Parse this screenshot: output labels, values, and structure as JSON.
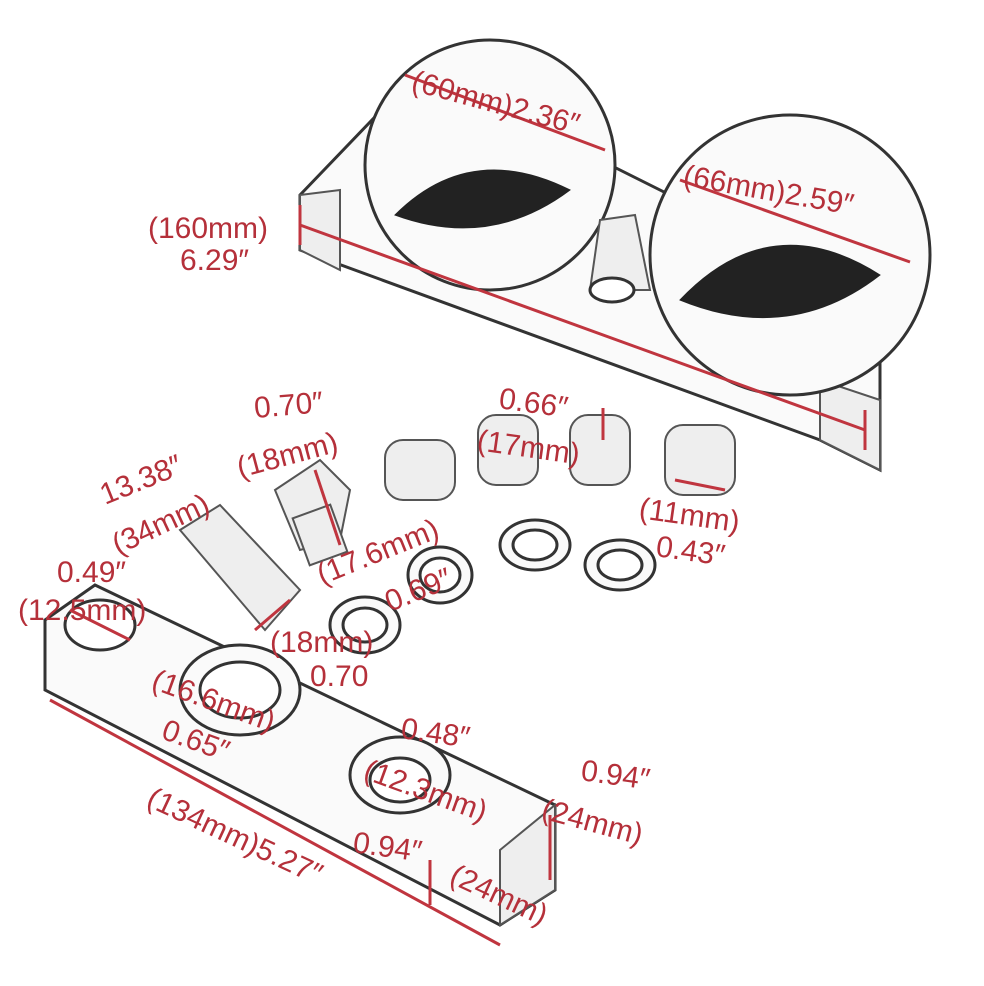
{
  "colors": {
    "dimension": "#b5303a",
    "outline": "#333333"
  },
  "labels": {
    "gauge_small": "(60mm)2.36″",
    "gauge_large": "(66mm)2.59″",
    "bracket_len_mm": "(160mm)",
    "bracket_len_in": "6.29″",
    "nut_in": "0.66″",
    "nut_mm": "(17mm)",
    "plug_in": "0.70″",
    "plug_mm": "(18mm)",
    "fitting_in": "13.38″",
    "fitting_mm": "(34mm)",
    "plug_thread_mm": "(17.6mm)",
    "plug_thread_in": "0.69″",
    "small_nut_mm": "(11mm)",
    "small_nut_in": "0.43″",
    "block_hole1_in": "0.49″",
    "block_hole1_mm": "(12.5mm)",
    "fitting_hex_mm": "(18mm)",
    "fitting_hex_in": "0.70",
    "block_port_mm": "(16.6mm)",
    "block_port_in": "0.65″",
    "block_hole2_in": "0.48″",
    "block_hole2_mm": "(12.3mm)",
    "block_width_in": "0.94″",
    "block_width_mm": "(24mm)",
    "block_len": "(134mm)5.27″",
    "block_height_in": "0.94″",
    "block_height_mm": "(24mm)"
  }
}
